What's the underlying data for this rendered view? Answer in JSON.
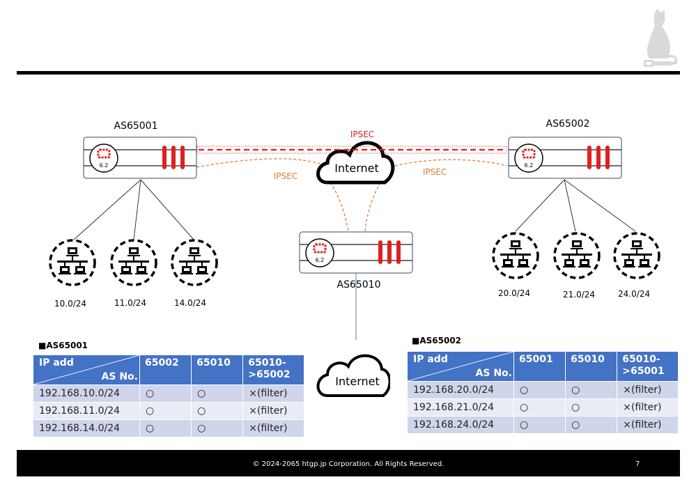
{
  "header": {
    "logo_icon": "cat-with-cable-icon"
  },
  "diagram": {
    "nodes": {
      "as65001": {
        "label": "AS65001",
        "version": "6.2"
      },
      "as65002": {
        "label": "AS65002",
        "version": "6.2"
      },
      "as65010": {
        "label": "AS65010",
        "version": "6.2"
      }
    },
    "links": {
      "ipsec_top": "IPSEC",
      "ipsec_left": "IPSEC",
      "ipsec_right": "IPSEC"
    },
    "clouds": {
      "top": "Internet",
      "bottom": "Internet"
    },
    "networks_left": [
      "10.0/24",
      "11.0/24",
      "14.0/24"
    ],
    "networks_right": [
      "20.0/24",
      "21.0/24",
      "24.0/24"
    ],
    "colors": {
      "ipsec_red": "#e02020",
      "ipsec_orange": "#e07b39",
      "table_header": "#4472c4"
    }
  },
  "tables": [
    {
      "title": "■AS65001",
      "header_ip": "IP add",
      "header_as": "AS  No.",
      "columns": [
        "65002",
        "65010",
        "65010-\n>65002"
      ],
      "col_line1": [
        "65002",
        "65010",
        "65010-"
      ],
      "col_line2": [
        "",
        "",
        ">65002"
      ],
      "rows": [
        {
          "ip": "192.168.10.0/24",
          "c1": "○",
          "c2": "○",
          "c3": "×(filter)"
        },
        {
          "ip": "192.168.11.0/24",
          "c1": "○",
          "c2": "○",
          "c3": "×(filter)"
        },
        {
          "ip": "192.168.14.0/24",
          "c1": "○",
          "c2": "○",
          "c3": "×(filter)"
        }
      ]
    },
    {
      "title": "■AS65002",
      "header_ip": "IP add",
      "header_as": "AS  No.",
      "columns": [
        "65001",
        "65010",
        "65010-\n>65001"
      ],
      "col_line1": [
        "65001",
        "65010",
        "65010-"
      ],
      "col_line2": [
        "",
        "",
        ">65001"
      ],
      "rows": [
        {
          "ip": "192.168.20.0/24",
          "c1": "○",
          "c2": "○",
          "c3": "×(filter)"
        },
        {
          "ip": "192.168.21.0/24",
          "c1": "○",
          "c2": "○",
          "c3": "×(filter)"
        },
        {
          "ip": "192.168.24.0/24",
          "c1": "○",
          "c2": "○",
          "c3": "×(filter)"
        }
      ]
    }
  ],
  "footer": {
    "copyright": "© 2024-2065 htgp.jp Corporation. All Rights Reserved.",
    "page": "7"
  }
}
